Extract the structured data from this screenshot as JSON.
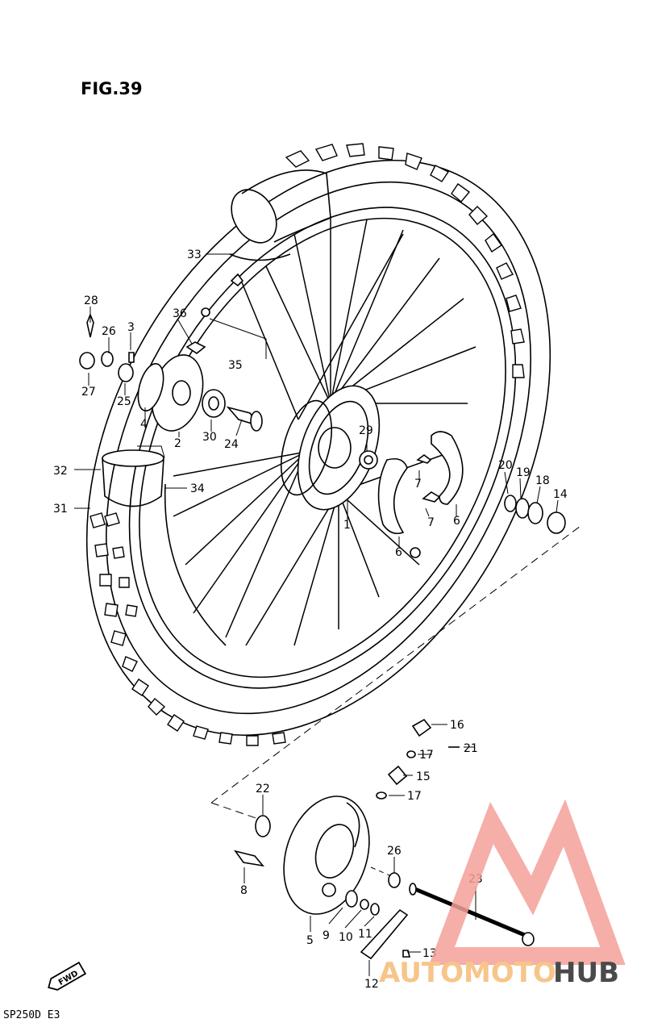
{
  "figure": {
    "title": "FIG.39",
    "footer_code": "SP250D E3",
    "fwd_label": "FWD"
  },
  "watermark": {
    "brand_part1": "AUTOMOTO",
    "brand_part2": "HUB",
    "color_primary": "#f5a09a",
    "color_secondary": "#f7c58a",
    "color_dark": "#4a4a4a"
  },
  "part_labels": [
    {
      "id": "33",
      "text": "33"
    },
    {
      "id": "28",
      "text": "28"
    },
    {
      "id": "36",
      "text": "36"
    },
    {
      "id": "26a",
      "text": "26"
    },
    {
      "id": "3",
      "text": "3"
    },
    {
      "id": "35",
      "text": "35"
    },
    {
      "id": "27",
      "text": "27"
    },
    {
      "id": "25",
      "text": "25"
    },
    {
      "id": "4",
      "text": "4"
    },
    {
      "id": "2",
      "text": "2"
    },
    {
      "id": "30",
      "text": "30"
    },
    {
      "id": "24",
      "text": "24"
    },
    {
      "id": "29",
      "text": "29"
    },
    {
      "id": "32",
      "text": "32"
    },
    {
      "id": "34",
      "text": "34"
    },
    {
      "id": "31",
      "text": "31"
    },
    {
      "id": "7a",
      "text": "7"
    },
    {
      "id": "7b",
      "text": "7"
    },
    {
      "id": "6a",
      "text": "6"
    },
    {
      "id": "6b",
      "text": "6"
    },
    {
      "id": "1",
      "text": "1"
    },
    {
      "id": "20",
      "text": "20"
    },
    {
      "id": "19",
      "text": "19"
    },
    {
      "id": "18",
      "text": "18"
    },
    {
      "id": "14",
      "text": "14"
    },
    {
      "id": "16",
      "text": "16"
    },
    {
      "id": "17a",
      "text": "17"
    },
    {
      "id": "21",
      "text": "21"
    },
    {
      "id": "15",
      "text": "15"
    },
    {
      "id": "17b",
      "text": "17"
    },
    {
      "id": "22",
      "text": "22"
    },
    {
      "id": "26b",
      "text": "26"
    },
    {
      "id": "23",
      "text": "23"
    },
    {
      "id": "8",
      "text": "8"
    },
    {
      "id": "5",
      "text": "5"
    },
    {
      "id": "9",
      "text": "9"
    },
    {
      "id": "10",
      "text": "10"
    },
    {
      "id": "11",
      "text": "11"
    },
    {
      "id": "13",
      "text": "13"
    },
    {
      "id": "12",
      "text": "12"
    }
  ]
}
